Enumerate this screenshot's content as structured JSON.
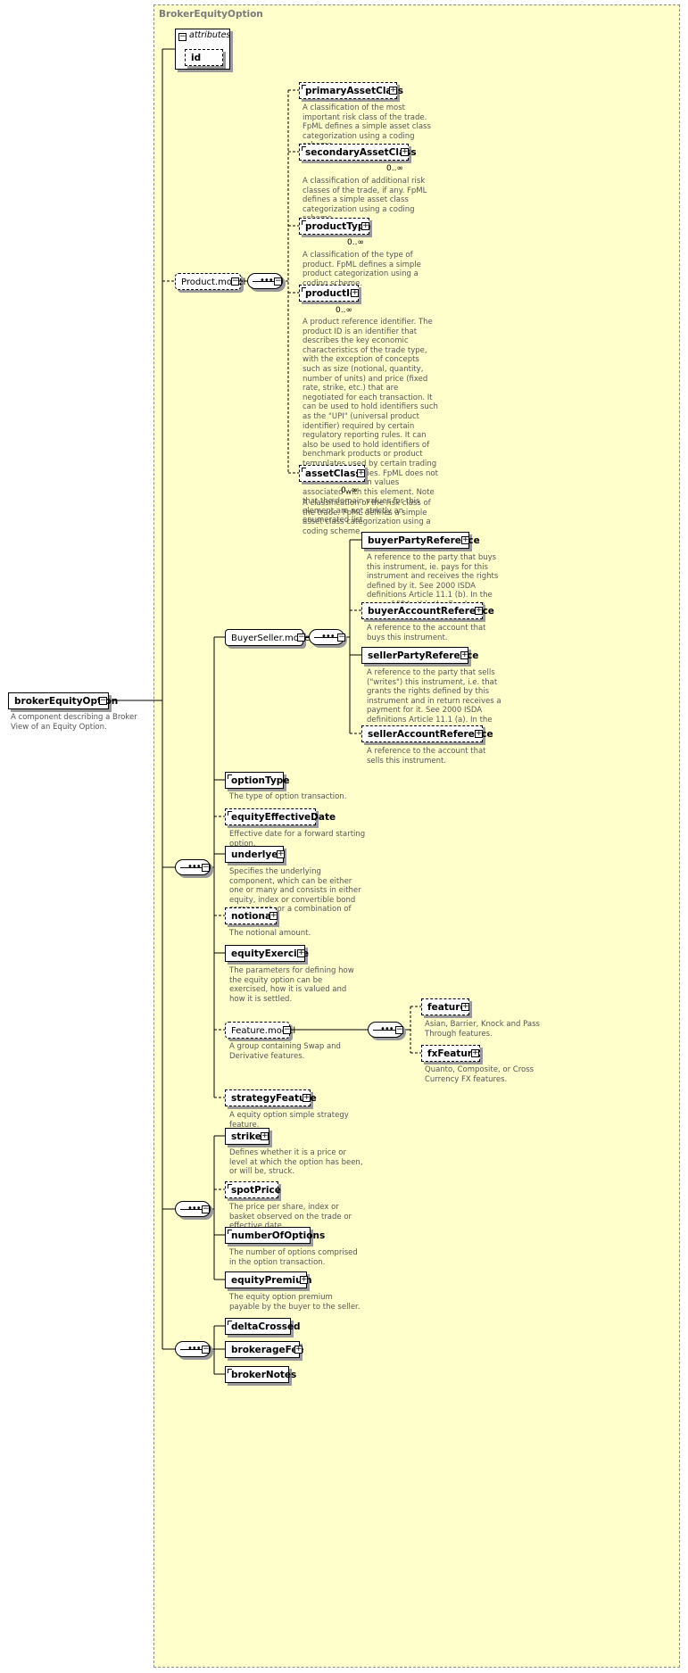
{
  "diagram": {
    "container_label": "BrokerEquityOption",
    "attributes_label": "attributes",
    "attribute_id": "id",
    "root": {
      "name": "brokerEquityOption",
      "doc": "A component describing a Broker View of an Equity Option."
    },
    "product_model": "Product.model",
    "buyer_seller_model": "BuyerSeller.model",
    "feature_model": "Feature.model",
    "feature_model_doc": "A group containing Swap and Derivative features.",
    "elements": {
      "primaryAssetClass": {
        "name": "primaryAssetClass",
        "doc": "A classification of the most important risk class of the trade. FpML defines a simple asset class categorization using a coding scheme."
      },
      "secondaryAssetClass": {
        "name": "secondaryAssetClass",
        "card": "0..∞",
        "doc": "A classification of additional risk classes of the trade, if any. FpML defines a simple asset class categorization using a coding scheme."
      },
      "productType": {
        "name": "productType",
        "card": "0..∞",
        "doc": "A classification of the type of product. FpML defines a simple product categorization using a coding scheme."
      },
      "productId": {
        "name": "productId",
        "card": "0..∞",
        "doc": "A product reference identifier. The product ID is an identifier that describes the key economic characteristics of the trade type, with the exception of concepts such as size (notional, quantity, number of units) and price (fixed rate, strike, etc.) that are negotiated for each transaction. It can be used to hold identifiers such as the \"UPI\" (universal product identifier) required by certain regulatory reporting rules. It can also be used to hold identifiers of benchmark products or product tempplates used by certain trading systems or facilities. FpML does not define the domain values associated with this element. Note that the domain values for this element are not strictly an enumerated list."
      },
      "assetClass": {
        "name": "assetClass",
        "card": "0..∞",
        "doc": "A classification of the risk class of the trade. FpML defines a simple asset class categorization using a coding scheme."
      },
      "buyerPartyReference": {
        "name": "buyerPartyReference",
        "doc": "A reference to the party that buys this instrument, ie. pays for this instrument and receives the rights defined by it. See 2000 ISDA definitions Article 11.1 (b). In the case of FRAs this the fixed rate payer."
      },
      "buyerAccountReference": {
        "name": "buyerAccountReference",
        "doc": "A reference to the account that buys this instrument."
      },
      "sellerPartyReference": {
        "name": "sellerPartyReference",
        "doc": "A reference to the party that sells (\"writes\") this instrument, i.e. that grants the rights defined by this instrument and in return receives a payment for it. See 2000 ISDA definitions Article 11.1 (a). In the case of FRAs this is the floating rate payer."
      },
      "sellerAccountReference": {
        "name": "sellerAccountReference",
        "doc": "A reference to the account that sells this instrument."
      },
      "optionType": {
        "name": "optionType",
        "doc": "The type of option transaction."
      },
      "equityEffectiveDate": {
        "name": "equityEffectiveDate",
        "doc": "Effective date for a forward starting option."
      },
      "underlyer": {
        "name": "underlyer",
        "doc": "Specifies the underlying component, which can be either one or many and consists in either equity, index or convertible bond component, or a combination of these."
      },
      "notional": {
        "name": "notional",
        "doc": "The notional amount."
      },
      "equityExercise": {
        "name": "equityExercise",
        "doc": "The parameters for defining how the equity option can be exercised, how it is valued and how it is settled."
      },
      "feature": {
        "name": "feature",
        "doc": "Asian, Barrier, Knock and Pass Through features."
      },
      "fxFeature": {
        "name": "fxFeature",
        "doc": "Quanto, Composite, or Cross Currency FX features."
      },
      "strategyFeature": {
        "name": "strategyFeature",
        "doc": "A equity option simple strategy feature."
      },
      "strike": {
        "name": "strike",
        "doc": "Defines whether it is a price or level at which the option has been, or will be, struck."
      },
      "spotPrice": {
        "name": "spotPrice",
        "doc": "The price per share, index or basket observed on the trade or effective date."
      },
      "numberOfOptions": {
        "name": "numberOfOptions",
        "doc": "The number of options comprised in the option transaction."
      },
      "equityPremium": {
        "name": "equityPremium",
        "doc": "The equity option premium payable by the buyer to the seller."
      },
      "deltaCrossed": {
        "name": "deltaCrossed"
      },
      "brokerageFee": {
        "name": "brokerageFee"
      },
      "brokerNotes": {
        "name": "brokerNotes"
      }
    },
    "colors": {
      "container_fill": "#ffffcc",
      "container_border": "#8c8c8c",
      "doc_text": "#555555",
      "shadow": "#9a9a9a"
    }
  }
}
